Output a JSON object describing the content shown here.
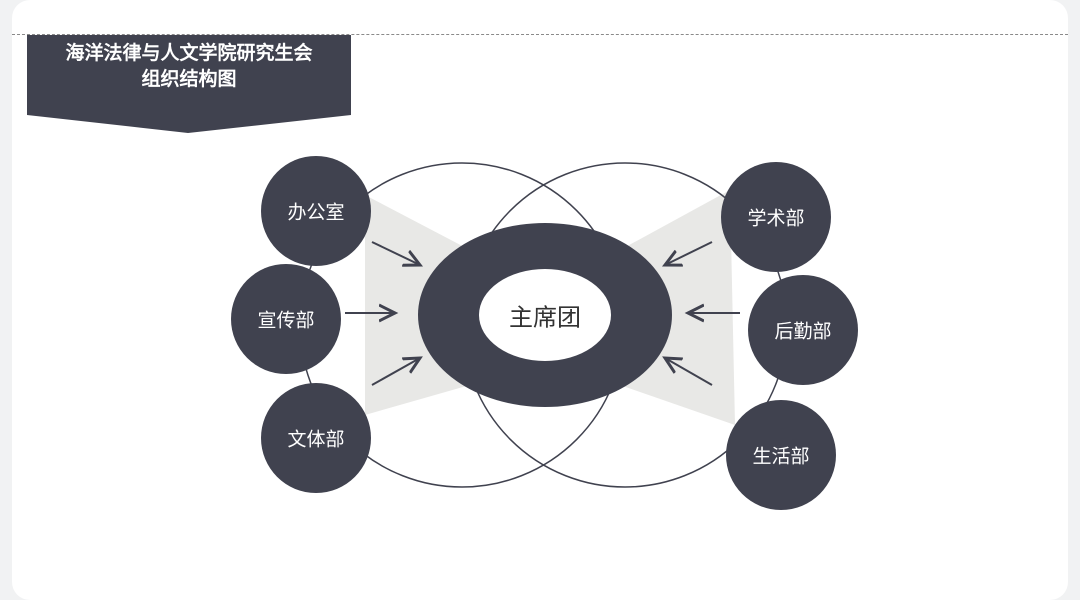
{
  "title": {
    "line1": "海洋法律与人文学院研究生会",
    "line2": "组织结构图"
  },
  "center": "主席团",
  "left_departments": [
    "办公室",
    "宣传部",
    "文体部"
  ],
  "right_departments": [
    "学术部",
    "后勤部",
    "生活部"
  ],
  "colors": {
    "dark": "#40424f",
    "shade": "#e8e8e6",
    "background": "#f1f2f3"
  }
}
